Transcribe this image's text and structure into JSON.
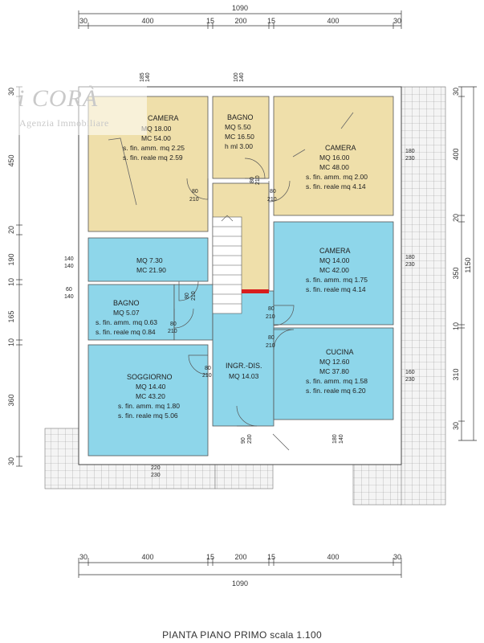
{
  "logo": {
    "brand": "i CORÀ",
    "subtitle": "Agenzia Immobiliare"
  },
  "caption": "PIANTA PIANO PRIMO scala 1.100",
  "dimensions": {
    "top_total": "1090",
    "top_segments": [
      "30",
      "400",
      "15",
      "200",
      "15",
      "400",
      "30"
    ],
    "bottom_total": "1090",
    "bottom_segments": [
      "30",
      "400",
      "15",
      "200",
      "15",
      "400",
      "30"
    ],
    "left": [
      "30",
      "450",
      "20",
      "190",
      "10",
      "165",
      "10",
      "360",
      "30"
    ],
    "right": [
      "30",
      "400",
      "20",
      "350",
      "10",
      "310",
      "30"
    ],
    "right_total": "1150"
  },
  "rooms": {
    "camera_nw": {
      "name": "CAMERA",
      "mq": "MQ 18.00",
      "mc": "MC 54.00",
      "amm": "s. fin. amm. mq 2.25",
      "reale": "s. fin. reale mq 2.59"
    },
    "bagno_n": {
      "name": "BAGNO",
      "mq": "MQ 5.50",
      "mc": "MC 16.50",
      "h": "h ml 3.00"
    },
    "camera_ne": {
      "name": "CAMERA",
      "mq": "MQ 16.00",
      "mc": "MC 48.00",
      "amm": "s. fin. amm. mq 2.00",
      "reale": "s. fin. reale mq 4.14"
    },
    "room_w": {
      "mq": "MQ 7.30",
      "mc": "MC 21.90"
    },
    "bagno_w": {
      "name": "BAGNO",
      "mq": "MQ 5.07",
      "amm": "s. fin. amm. mq 0.63",
      "reale": "s. fin. reale mq 0.84"
    },
    "camera_e": {
      "name": "CAMERA",
      "mq": "MQ 14.00",
      "mc": "MC 42.00",
      "amm": "s. fin. amm. mq 1.75",
      "reale": "s. fin. reale mq 4.14"
    },
    "soggiorno": {
      "name": "SOGGIORNO",
      "mq": "MQ 14.40",
      "mc": "MC 43.20",
      "amm": "s. fin. amm. mq 1.80",
      "reale": "s. fin. reale mq 5.06"
    },
    "ingresso": {
      "name": "INGR.-DIS.",
      "mq": "MQ 14.03"
    },
    "cucina": {
      "name": "CUCINA",
      "mq": "MQ 12.60",
      "mc": "MC 37.80",
      "amm": "s. fin. amm. mq 1.58",
      "reale": "s. fin. reale mq 6.20"
    }
  },
  "openings": {
    "w_185": "185",
    "w_140a": "140",
    "w_100": "100",
    "w_140b": "140",
    "d_80": "80",
    "d_210": "210",
    "r_180": "180",
    "r_230": "230",
    "r_180b": "180",
    "r_230b": "230",
    "r_160": "160",
    "r_230c": "230",
    "l_140a": "140",
    "l_140b": "140",
    "l_60": "60",
    "l_140c": "140",
    "b_220": "220",
    "b_230": "230",
    "b_90": "90",
    "b_230b": "230",
    "b_180": "180",
    "b_140": "140"
  },
  "colors": {
    "yellow_rooms": "#efdfaa",
    "blue_rooms": "#8ed6ea",
    "walls": "#ffffff",
    "wall_outline": "#444444",
    "stair_mark": "#d81e1e"
  }
}
